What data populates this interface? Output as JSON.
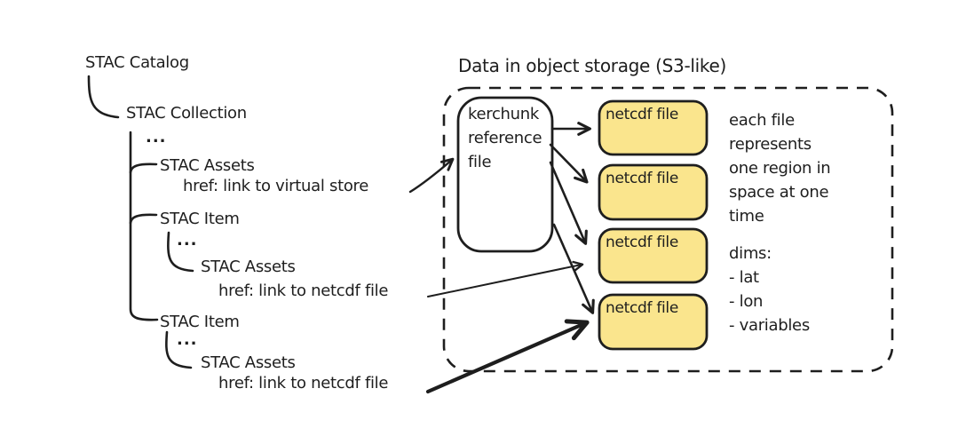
{
  "colors": {
    "ink": "#1e1e1e",
    "netcdf_fill": "#fae58d",
    "background": "#ffffff"
  },
  "tree": {
    "catalog": "STAC Catalog",
    "collection": "STAC Collection",
    "collection_ellipsis": "...",
    "collection_assets_label": "STAC Assets",
    "collection_assets_href": "href: link to virtual store",
    "item1_label": "STAC Item",
    "item1_ellipsis": "...",
    "item1_assets_label": "STAC Assets",
    "item1_assets_href": "href: link to netcdf file",
    "item2_label": "STAC Item",
    "item2_ellipsis": "...",
    "item2_assets_label": "STAC Assets",
    "item2_assets_href": "href: link to netcdf file"
  },
  "storage": {
    "title": "Data in object storage (S3-like)",
    "kerchunk": {
      "lines": [
        "kerchunk",
        "reference",
        "file"
      ]
    },
    "netcdf_labels": [
      "netcdf file",
      "netcdf file",
      "netcdf file",
      "netcdf file"
    ],
    "note_each_file": "each file\nrepresents\none region in\nspace at one\ntime",
    "dims_title": "dims:",
    "dims_items": [
      "- lat",
      "- lon",
      "- variables"
    ]
  }
}
